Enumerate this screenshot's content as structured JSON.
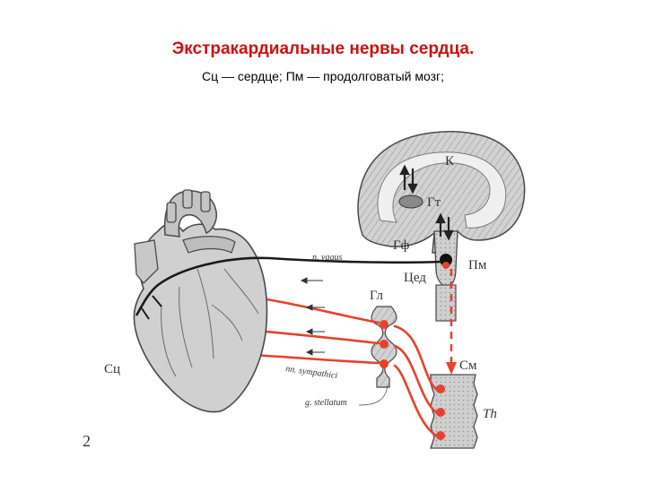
{
  "title": "Экстракардиальные нервы сердца.",
  "subtitle": "Сц — сердце; Пм — продолговатый мозг;",
  "figure_number": "2",
  "colors": {
    "title": "#cc1111",
    "nerve_red": "#e8412c",
    "vagus": "#1a1a1a",
    "tissue": "#c9c9c9",
    "outline": "#4a4a4a"
  },
  "labels": {
    "k": "К",
    "gt": "Гт",
    "gf": "Гф",
    "pm": "Пм",
    "tsed": "Цед",
    "gl": "Гл",
    "sm": "См",
    "th": "Th",
    "sts": "Сц",
    "vagus": "n. vagus",
    "sympathici": "nn. sympathici",
    "stellatum": "g. stellatum"
  }
}
